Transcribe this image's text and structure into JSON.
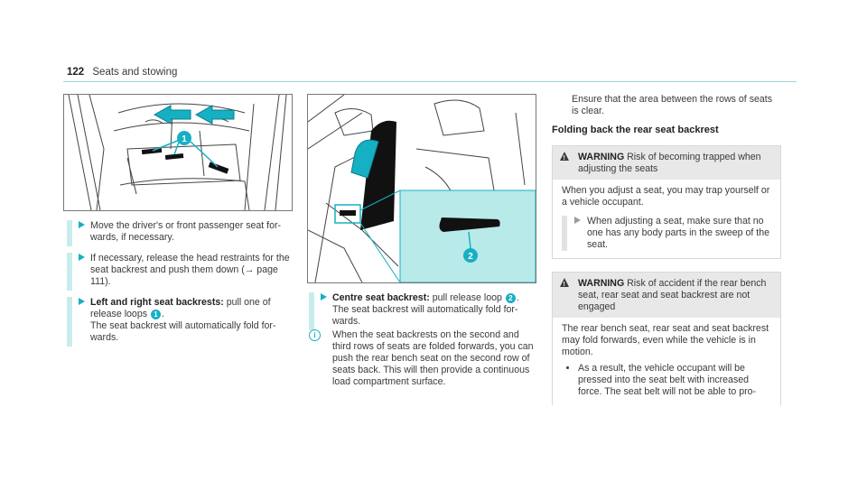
{
  "header": {
    "page_number": "122",
    "section": "Seats and stowing"
  },
  "image_left": {
    "callouts": [
      "1"
    ]
  },
  "image_mid": {
    "callouts": [
      "2"
    ]
  },
  "left_steps": [
    {
      "text": "Move the driver's or front passenger seat for­wards, if necessary."
    },
    {
      "text": "If necessary, release the head restraints for the seat backrest and push them down (→ page 111)."
    },
    {
      "bold": "Left and right seat backrests:",
      "text": "pull one of release loops",
      "badge": "1",
      "text2": ".",
      "text3": "The seat backrest will automatically fold for­wards."
    }
  ],
  "mid_step": {
    "bold": "Centre seat backrest:",
    "text": "pull release loop",
    "badge": "2",
    "text2": ".",
    "text3": "The seat backrest will automatically fold for­wards."
  },
  "mid_note": {
    "icon": "i",
    "text": "When the seat backrests on the second and third rows of seats are folded forwards, you can push the rear bench seat on the second row of seats back. This will then provide a continuous load compartment surface."
  },
  "col3": {
    "continuation": "Ensure that the area between the rows of seats is clear.",
    "heading": "Folding back the rear seat backrest",
    "warning1": {
      "label": "WARNING",
      "title": "Risk of becoming trapped when adjusting the seats",
      "body": "When you adjust a seat, you may trap yourself or a vehicle occupant.",
      "step": "When adjusting a seat, make sure that no one has any body parts in the sweep of the seat."
    },
    "warning2": {
      "label": "WARNING",
      "title": "Risk of accident if the rear bench seat, rear seat and seat backrest are not engaged",
      "body": "The rear bench seat, rear seat and seat back­rest may fold forwards, even while the vehicle is in motion.",
      "bullet": "As a result, the vehicle occupant will be pressed into the seat belt with increased force. The seat belt will not be able to pro-"
    }
  },
  "colors": {
    "accent": "#16b0c4",
    "accent_light": "#c8ecec",
    "inset_bg": "#b9eaea"
  }
}
